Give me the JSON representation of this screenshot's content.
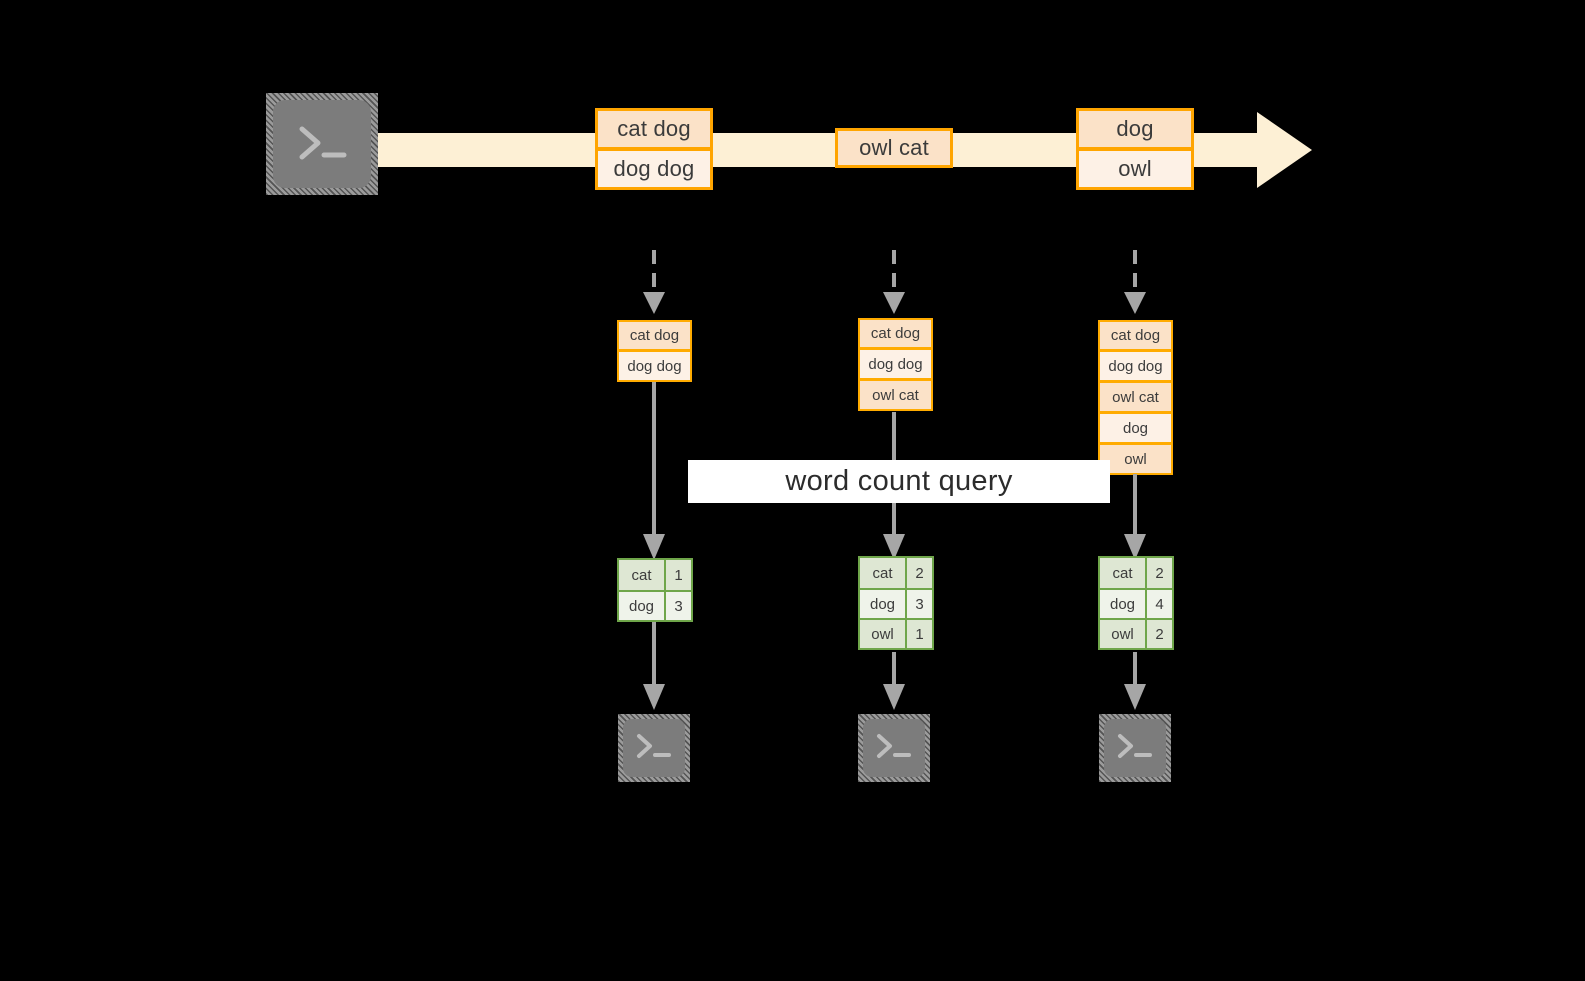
{
  "diagram": {
    "title_label": "word count query",
    "colors": {
      "background": "#000000",
      "stream_band": "#FDF0D5",
      "record_border": "#FFA500",
      "record_fill_dark": "#FBE2C8",
      "record_fill_light": "#FDF1E6",
      "table_border": "#6FA64A",
      "table_fill_dark": "#DEE7D3",
      "table_fill_light": "#EFF3EA",
      "connector": "#A6A6A6",
      "icon_plate": "#7C7C7C",
      "label_band": "#FFFFFF"
    },
    "source": {
      "icon": "terminal-icon"
    },
    "stream_records": [
      {
        "name": "record-group-1",
        "lines": [
          "cat dog",
          "dog dog"
        ]
      },
      {
        "name": "record-group-2",
        "lines": [
          "owl cat"
        ]
      },
      {
        "name": "record-group-3",
        "lines": [
          "dog",
          "owl"
        ]
      }
    ],
    "snapshots": [
      {
        "name": "snapshot-1",
        "input_rows": [
          "cat dog",
          "dog dog"
        ],
        "result_header": null,
        "result_rows": [
          {
            "word": "cat",
            "count": "1"
          },
          {
            "word": "dog",
            "count": "3"
          }
        ],
        "sink_icon": "terminal-icon"
      },
      {
        "name": "snapshot-2",
        "input_rows": [
          "cat dog",
          "dog dog",
          "owl cat"
        ],
        "result_header": null,
        "result_rows": [
          {
            "word": "cat",
            "count": "2"
          },
          {
            "word": "dog",
            "count": "3"
          },
          {
            "word": "owl",
            "count": "1"
          }
        ],
        "sink_icon": "terminal-icon"
      },
      {
        "name": "snapshot-3",
        "input_rows": [
          "cat dog",
          "dog dog",
          "owl cat",
          "dog",
          "owl"
        ],
        "result_header": null,
        "result_rows": [
          {
            "word": "cat",
            "count": "2"
          },
          {
            "word": "dog",
            "count": "4"
          },
          {
            "word": "owl",
            "count": "2"
          }
        ],
        "sink_icon": "terminal-icon"
      }
    ]
  }
}
